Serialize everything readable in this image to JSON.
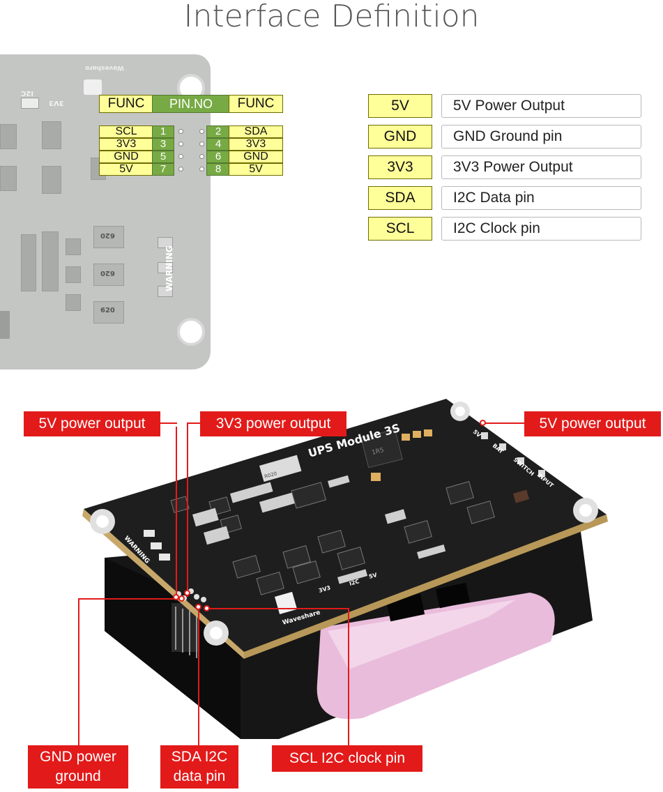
{
  "title": "Interface Definition",
  "header_tags": {
    "left": "FUNC",
    "center": "PIN.NO",
    "right": "FUNC"
  },
  "pinout": [
    {
      "left_func": "SCL",
      "left_pin": "1",
      "right_pin": "2",
      "right_func": "SDA"
    },
    {
      "left_func": "3V3",
      "left_pin": "3",
      "right_pin": "4",
      "right_func": "3V3"
    },
    {
      "left_func": "GND",
      "left_pin": "5",
      "right_pin": "6",
      "right_func": "GND"
    },
    {
      "left_func": "5V",
      "left_pin": "7",
      "right_pin": "8",
      "right_func": "5V"
    }
  ],
  "legend": [
    {
      "key": "5V",
      "desc": "5V Power Output"
    },
    {
      "key": "GND",
      "desc": "GND Ground pin"
    },
    {
      "key": "3V3",
      "desc": "3V3 Power Output"
    },
    {
      "key": "SDA",
      "desc": "I2C Data pin"
    },
    {
      "key": "SCL",
      "desc": "I2C Clock pin"
    }
  ],
  "board_top_silk": {
    "brand": "Waveshare",
    "i2c": "I2C",
    "v33": "3V3",
    "warning": "WARNING",
    "resistor": "620"
  },
  "board_bottom_silk": {
    "module": "UPS Module 3S",
    "warning": "WARNING",
    "brand": "Waveshare",
    "v5": "5V",
    "bat": "BAT",
    "switch": "SWITCH",
    "input": "INPUT",
    "v33": "3V3",
    "i2c": "I2C",
    "v5b": "5V",
    "inductor": "1R5",
    "resistor": "R020"
  },
  "callouts": {
    "c5v_left": "5V power output",
    "c3v3": "3V3 power output",
    "c5v_right": "5V power output",
    "gnd_line1": "GND power",
    "gnd_line2": "ground",
    "sda_line1": "SDA I2C",
    "sda_line2": "data pin",
    "scl": "SCL I2C clock pin"
  },
  "colors": {
    "tag_yellow": "#ffff99",
    "pin_green": "#77aa44",
    "callout_red": "#e31a1a",
    "board_black": "#1e1e1e",
    "battery_pink": "#e8b8d8"
  }
}
